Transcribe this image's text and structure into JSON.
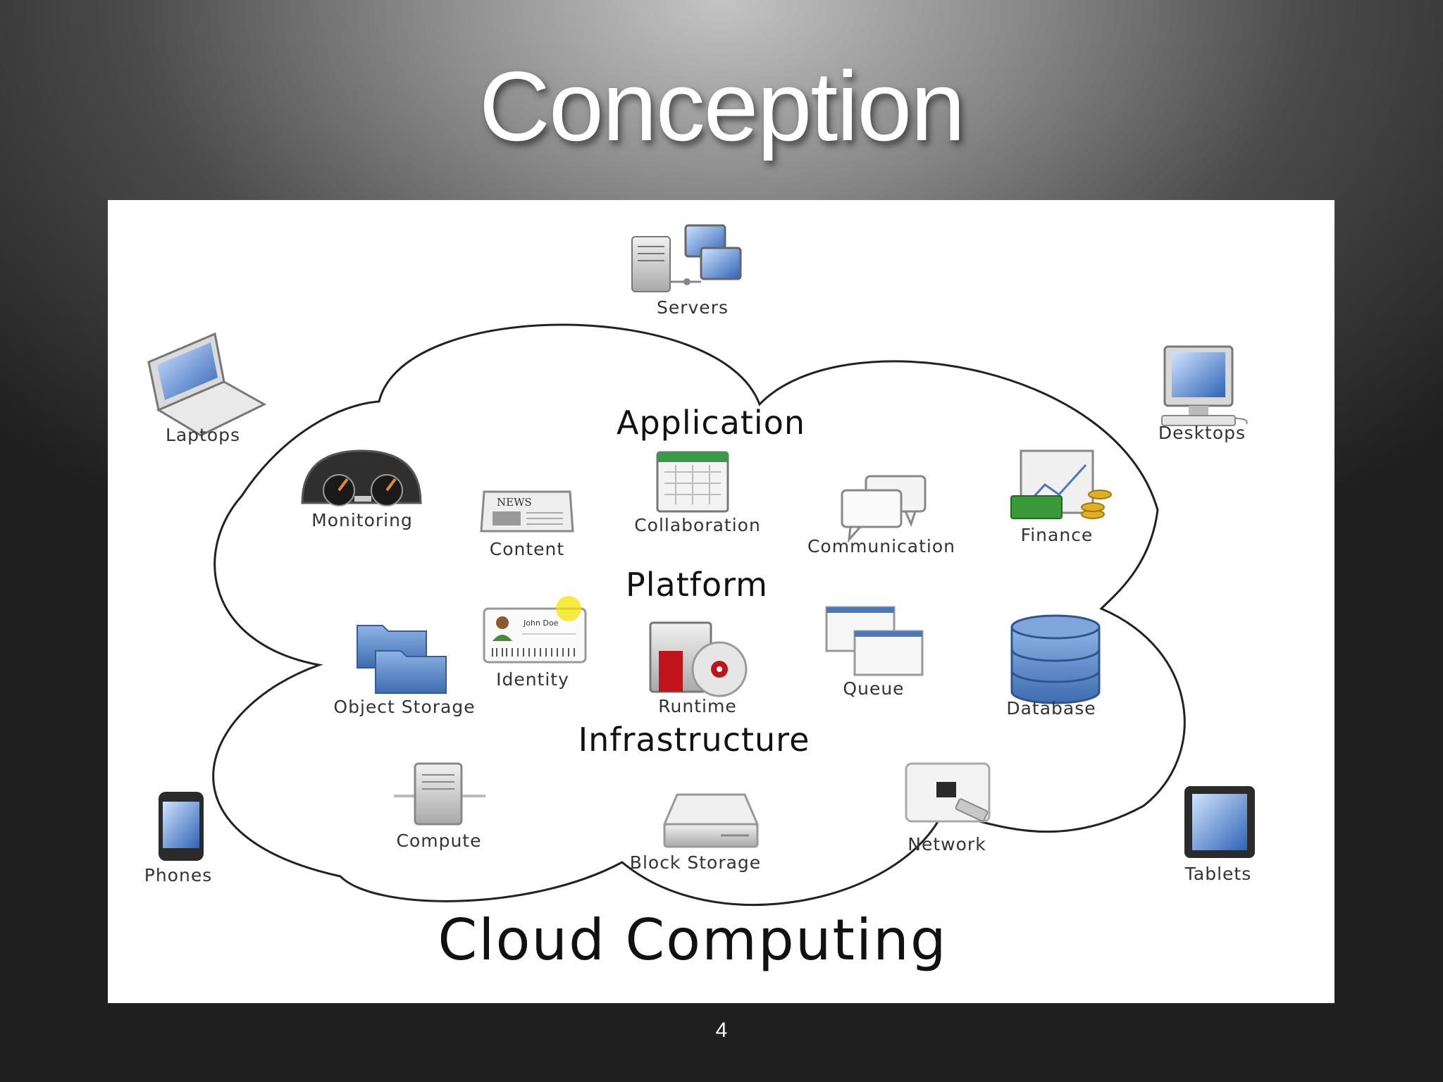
{
  "slide": {
    "title": "Conception",
    "page_number": "4"
  },
  "diagram": {
    "caption": "Cloud Computing",
    "layers": {
      "application": "Application",
      "platform": "Platform",
      "infrastructure": "Infrastructure"
    },
    "clients": {
      "servers": "Servers",
      "laptops": "Laptops",
      "desktops": "Desktops",
      "phones": "Phones",
      "tablets": "Tablets"
    },
    "application_items": {
      "monitoring": "Monitoring",
      "content": "Content",
      "collaboration": "Collaboration",
      "communication": "Communication",
      "finance": "Finance"
    },
    "platform_items": {
      "object_storage": "Object Storage",
      "identity": "Identity",
      "runtime": "Runtime",
      "queue": "Queue",
      "database": "Database"
    },
    "infrastructure_items": {
      "compute": "Compute",
      "block_storage": "Block Storage",
      "network": "Network"
    },
    "icon_text": {
      "news": "NEWS",
      "id_name": "John Doe"
    },
    "icons": [
      "servers-icon",
      "laptop-icon",
      "desktop-icon",
      "phone-icon",
      "tablet-icon",
      "dashboard-icon",
      "newspaper-icon",
      "calendar-icon",
      "chat-bubbles-icon",
      "finance-icon",
      "folder-icon",
      "id-card-icon",
      "runtime-disc-icon",
      "queue-windows-icon",
      "database-icon",
      "server-tower-icon",
      "hard-drive-icon",
      "network-port-icon"
    ],
    "colors": {
      "cloud_stroke": "#222222",
      "icon_blue": "#4a78b8",
      "money_green": "#3a9a3a",
      "runtime_red": "#c0141c"
    }
  }
}
